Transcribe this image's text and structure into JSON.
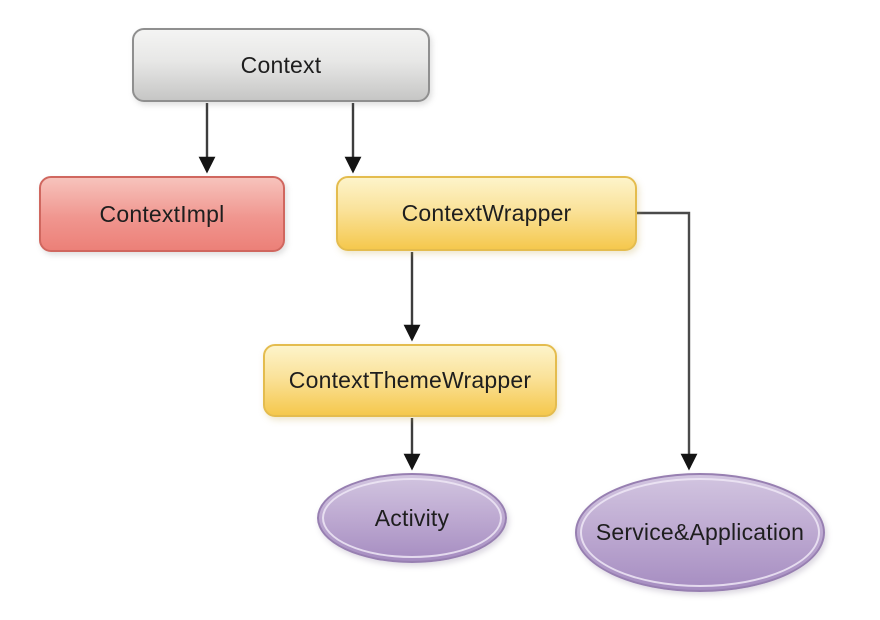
{
  "diagram": {
    "type": "flowchart",
    "nodes": {
      "context": {
        "label": "Context",
        "shape": "rounded-rect",
        "fill": "gray"
      },
      "context_impl": {
        "label": "ContextImpl",
        "shape": "rounded-rect",
        "fill": "red"
      },
      "context_wrapper": {
        "label": "ContextWrapper",
        "shape": "rounded-rect",
        "fill": "yellow"
      },
      "context_theme_wrapper": {
        "label": "ContextThemeWrapper",
        "shape": "rounded-rect",
        "fill": "yellow"
      },
      "activity": {
        "label": "Activity",
        "shape": "ellipse",
        "fill": "purple"
      },
      "service_application": {
        "label": "Service&Application",
        "shape": "ellipse",
        "fill": "purple"
      }
    },
    "edges": [
      {
        "from": "Context",
        "to": "ContextImpl",
        "style": "straight-arrow"
      },
      {
        "from": "Context",
        "to": "ContextWrapper",
        "style": "straight-arrow"
      },
      {
        "from": "ContextWrapper",
        "to": "ContextThemeWrapper",
        "style": "straight-arrow"
      },
      {
        "from": "ContextWrapper",
        "to": "Service&Application",
        "style": "elbow-arrow"
      },
      {
        "from": "ContextThemeWrapper",
        "to": "Activity",
        "style": "straight-arrow"
      }
    ],
    "colors": {
      "gray_top": "#f4f4f3",
      "gray_bottom": "#c6c6c5",
      "gray_border": "#8f8f8f",
      "red_top": "#f7c3bc",
      "red_bottom": "#ec8078",
      "red_border": "#d0675f",
      "yellow_top": "#fdf4ca",
      "yellow_bottom": "#f5c84d",
      "yellow_border": "#e4bc4e",
      "purple_top": "#d2c5e0",
      "purple_bottom": "#a68dc1",
      "purple_border": "#977fb1",
      "connector": "#3d3d3d",
      "arrowhead": "#141414",
      "background": "#ffffff",
      "text": "#1e1e1e"
    }
  }
}
